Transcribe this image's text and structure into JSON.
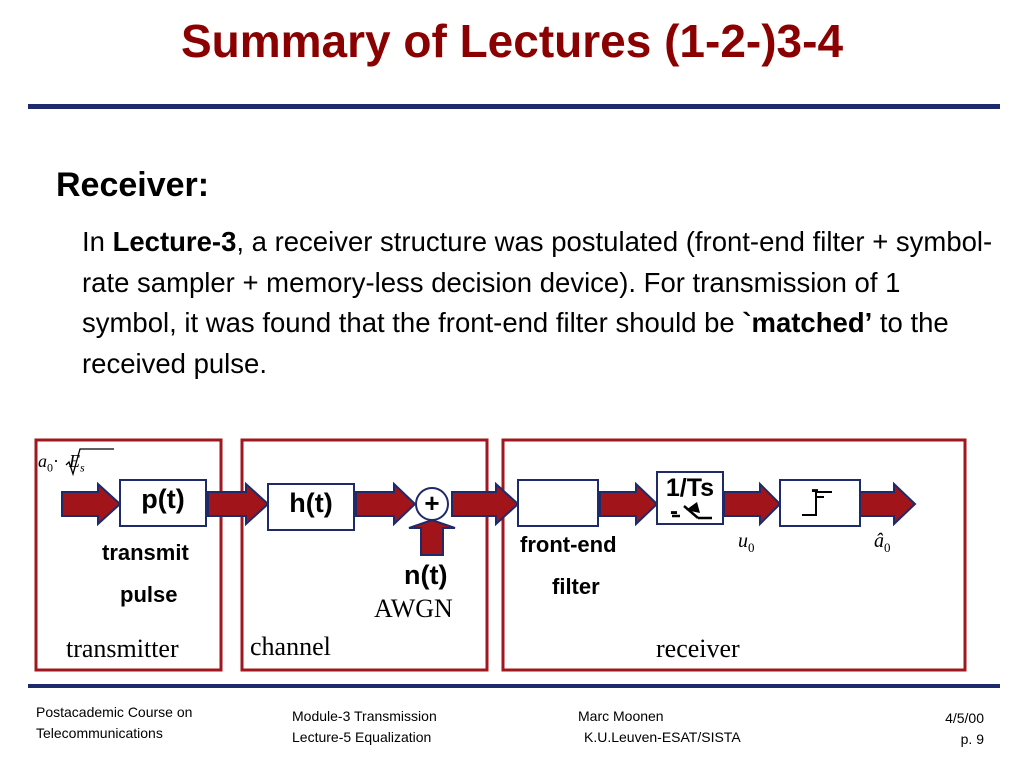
{
  "slide": {
    "title": "Summary of Lectures (1-2-)3-4",
    "heading": "Receiver:",
    "paragraph": {
      "p1": "In ",
      "bold1": "Lecture-3",
      "p2": ", a receiver structure was postulated (front-end filter + symbol-rate sampler + memory-less decision device). For transmission of 1 symbol, it was found that the front-end filter should be ",
      "bold2": "`matched’",
      "p3": " to the received pulse."
    }
  },
  "diagram": {
    "input_label": {
      "a": "a",
      "sub0": "0",
      "dot": "·",
      "E": "E",
      "subs": "s"
    },
    "pt_block": "p(t)",
    "ht_block": "h(t)",
    "adder_symbol": "+",
    "transmit_label": "transmit",
    "pulse_label": "pulse",
    "noise_label": "n(t)",
    "awgn_label": "AWGN",
    "frontend_label": "front-end",
    "filter_label": "filter",
    "sampler_label": "1/Ts",
    "u_label": {
      "u": "u",
      "sub": "0"
    },
    "ahat_label": {
      "a": "â",
      "sub": "0"
    },
    "transmitter_label": "transmitter",
    "channel_label": "channel",
    "receiver_label": "receiver",
    "colors": {
      "box_border": "#a0171e",
      "arrow_fill": "#a0141a",
      "arrow_stroke": "#1f2a6b"
    }
  },
  "footer": {
    "left_line1": "Postacademic Course on",
    "left_line2": "Telecommunications",
    "mid1_line1": "Module-3  Transmission",
    "mid1_line2": "Lecture-5  Equalization",
    "mid2_line1": "Marc Moonen",
    "mid2_line2": "K.U.Leuven-ESAT/SISTA",
    "right_line1": "4/5/00",
    "right_line2": "p. 9"
  }
}
